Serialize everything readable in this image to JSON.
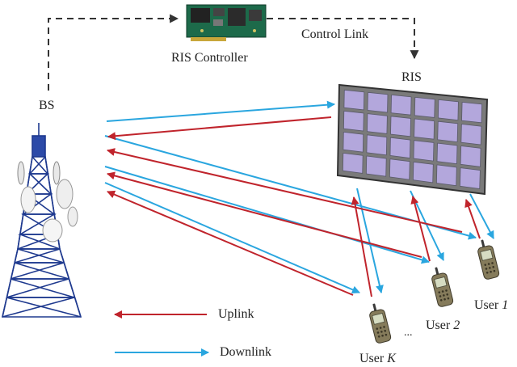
{
  "controller": {
    "label": "RIS Controller"
  },
  "control_link": {
    "label": "Control Link"
  },
  "ris": {
    "label": "RIS",
    "rows": 4,
    "cols": 6
  },
  "bs": {
    "label": "BS"
  },
  "users": [
    {
      "prefix": "User ",
      "index": "1"
    },
    {
      "prefix": "User ",
      "index": "2"
    },
    {
      "prefix": "User ",
      "index": "K"
    }
  ],
  "ellipsis": "...",
  "legend": {
    "uplink": {
      "label": "Uplink",
      "color": "#c0242c"
    },
    "downlink": {
      "label": "Downlink",
      "color": "#2aa6df"
    }
  }
}
